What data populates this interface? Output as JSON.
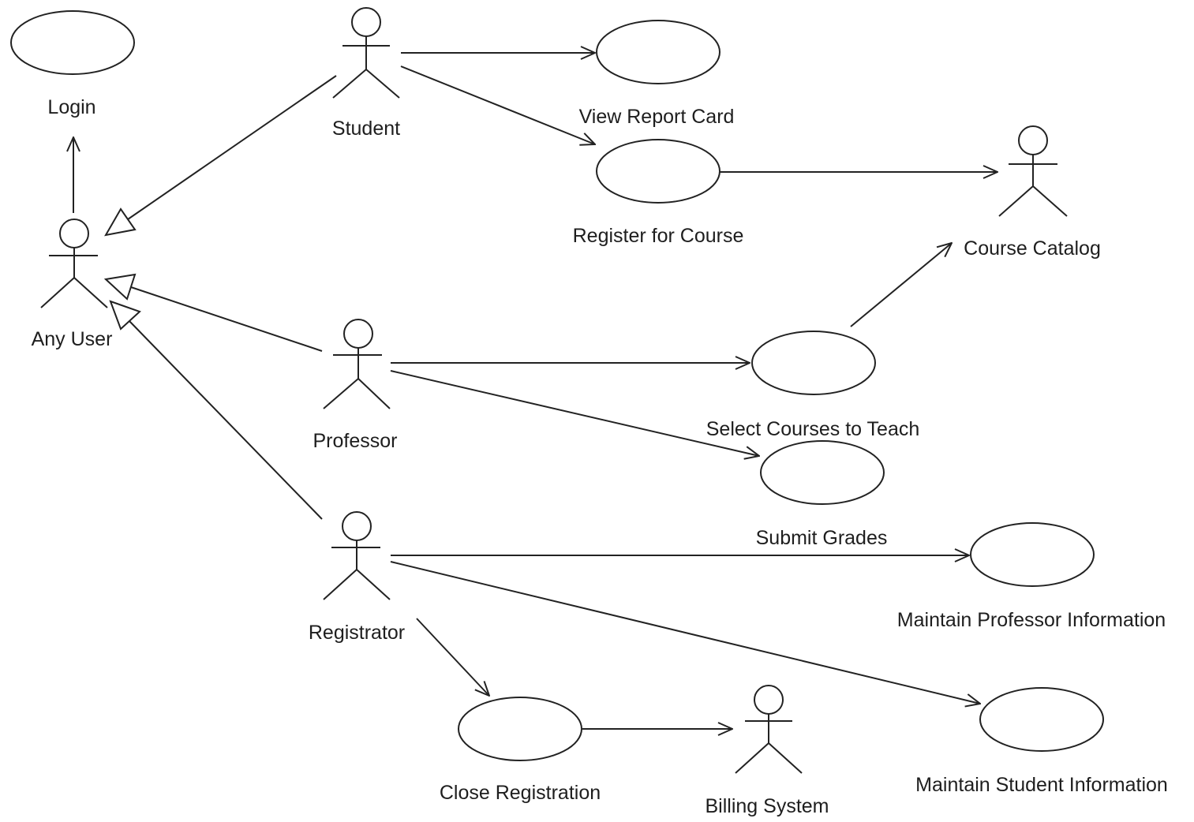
{
  "actors": {
    "student": "Student",
    "any_user": "Any User",
    "professor": "Professor",
    "registrator": "Registrator",
    "course_catalog": "Course Catalog",
    "billing_system": "Billing System"
  },
  "use_cases": {
    "login": "Login",
    "view_report_card": "View Report Card",
    "register_for_course": "Register for Course",
    "select_courses_to_teach": "Select Courses to Teach",
    "submit_grades": "Submit Grades",
    "maintain_professor_information": "Maintain Professor Information",
    "maintain_student_information": "Maintain Student Information",
    "close_registration": "Close Registration"
  }
}
